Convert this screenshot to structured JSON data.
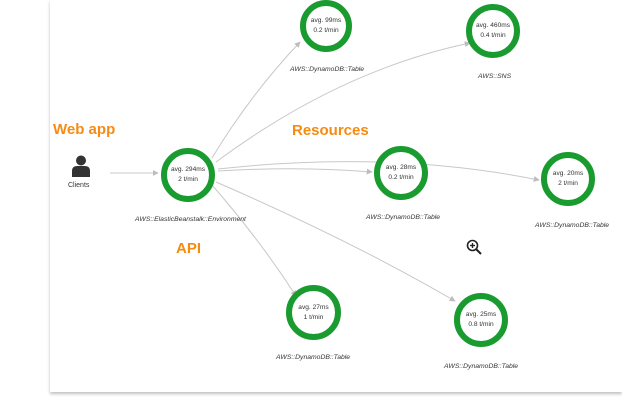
{
  "annotations": {
    "web_app": "Web app",
    "resources": "Resources",
    "api": "API"
  },
  "client": {
    "label": "Clients",
    "icon": "person-icon"
  },
  "api_node": {
    "avg": "avg. 294ms",
    "rate": "2 t/min",
    "label": "AWS::ElasticBeanstalk::Environment"
  },
  "resources": [
    {
      "avg": "avg. 99ms",
      "rate": "0.2 t/min",
      "label": "AWS::DynamoDB::Table"
    },
    {
      "avg": "avg. 460ms",
      "rate": "0.4 t/min",
      "label": "AWS::SNS"
    },
    {
      "avg": "avg. 28ms",
      "rate": "0.2 t/min",
      "label": "AWS::DynamoDB::Table"
    },
    {
      "avg": "avg. 20ms",
      "rate": "2 t/min",
      "label": "AWS::DynamoDB::Table"
    },
    {
      "avg": "avg. 27ms",
      "rate": "1 t/min",
      "label": "AWS::DynamoDB::Table"
    },
    {
      "avg": "avg. 25ms",
      "rate": "0.8 t/min",
      "label": "AWS::DynamoDB::Table"
    }
  ],
  "colors": {
    "node_ring": "#1a9b2f",
    "annotation": "#f78b12",
    "edge": "#c8c8c8"
  },
  "toolbar": {
    "zoom_icon": "zoom-in-icon"
  }
}
